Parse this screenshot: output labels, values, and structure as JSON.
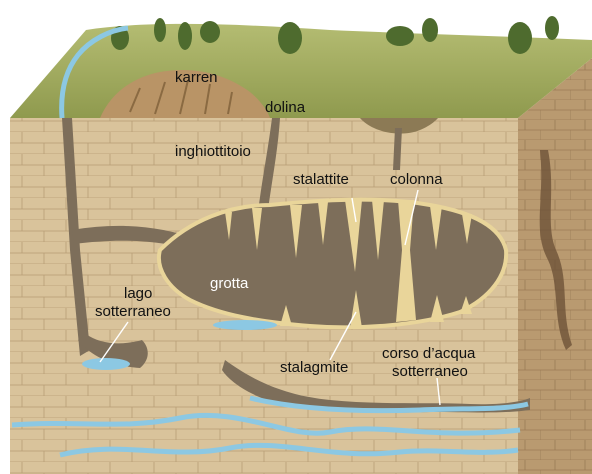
{
  "labels": {
    "karren": "karren",
    "dolina": "dolina",
    "inghiottitoio": "inghiottitoio",
    "stalattite": "stalattite",
    "colonna": "colonna",
    "grotta": "grotta",
    "lago_line1": "lago",
    "lago_line2": "sotterraneo",
    "stalagmite": "stalagmite",
    "corso_line1": "corso d’acqua",
    "corso_line2": "sotterraneo"
  },
  "colors": {
    "sky": "#ffffff",
    "grass": "#9aa65a",
    "rock_front": "#d9c39b",
    "rock_side": "#b5956a",
    "cave": "#7d6e5a",
    "formation": "#e9d59a",
    "water": "#8cc8e3"
  }
}
